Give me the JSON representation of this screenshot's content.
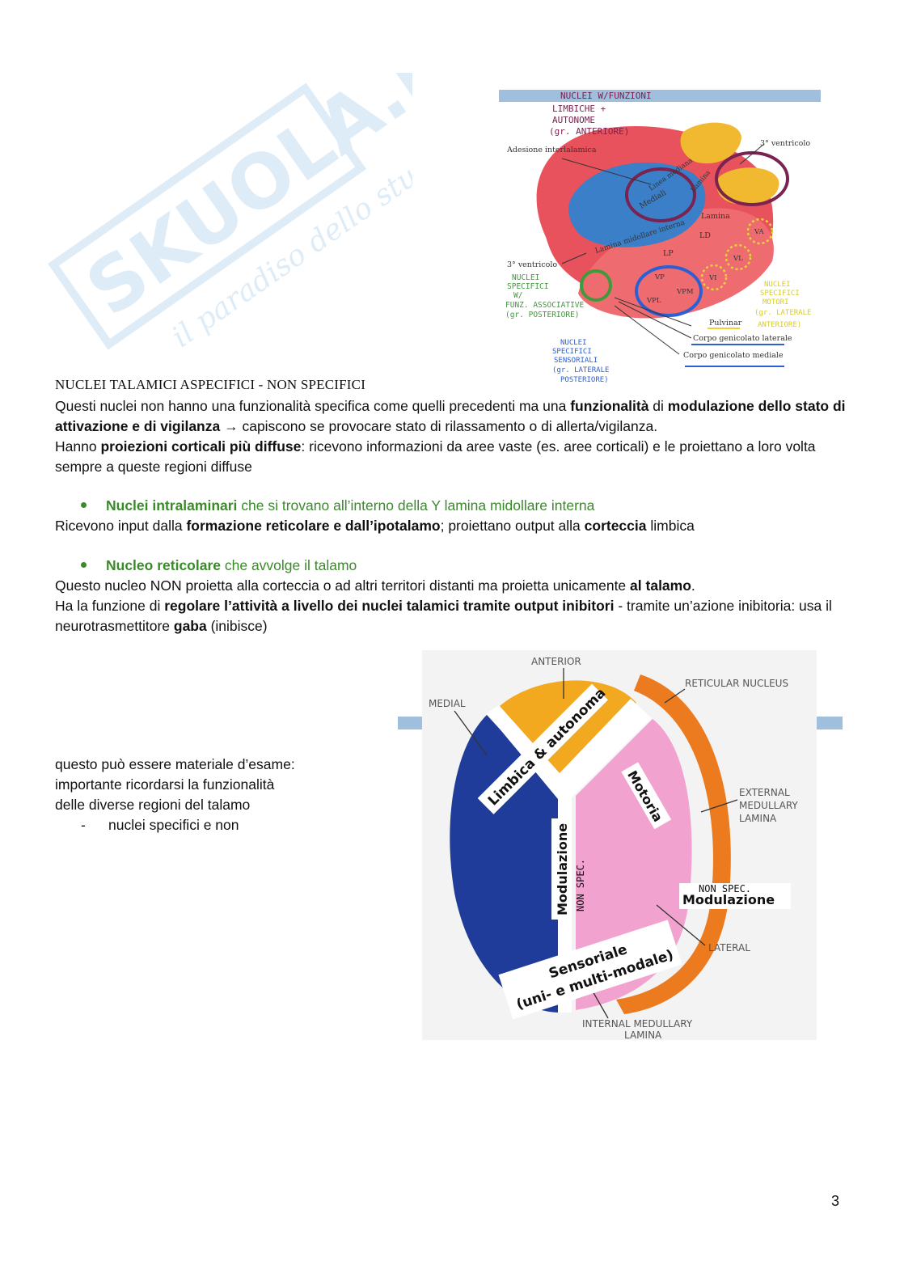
{
  "watermark": {
    "brand": "SKUOLA.net",
    "tagline": "il paradiso dello studente"
  },
  "figure1": {
    "handwritten_top": [
      "NUCLEI W/FUNZIONI",
      "LIMBICHE +",
      "AUTONOME",
      "(gr. ANTERIORE)"
    ],
    "labels": {
      "adesione": "Adesione interlalamica",
      "ventricolo_top": "3° ventricolo",
      "ventricolo_left": "3° ventricolo",
      "linea_mediana": "Linea mediana",
      "mediali": "Mediali",
      "lamina_top": "Lamina",
      "lamina": "Lamina",
      "lamina_midollare": "Lamina midollare interna",
      "ld": "LD",
      "lp": "LP",
      "va": "VA",
      "vl": "VL",
      "vi": "VI",
      "vp": "VP",
      "vpm": "VPM",
      "vpl": "VPL",
      "pulvinar": "Pulvinar",
      "cgl": "Corpo genicolato laterale",
      "cgm": "Corpo genicolato mediale"
    },
    "hand_green": [
      "NUCLEI",
      "SPECIFICI",
      "W/",
      "FUNZ. ASSOCIATIVE",
      "(gr. POSTERIORE)"
    ],
    "hand_blue": [
      "NUCLEI",
      "SPECIFICI",
      "SENSORIALI",
      "(gr. LATERALE",
      "POSTERIORE)"
    ],
    "hand_yellow": [
      "NUCLEI",
      "SPECIFICI",
      "MOTORI",
      "(gr. LATERALE",
      "ANTERIORE)"
    ]
  },
  "section": {
    "title": "NUCLEI TALAMICI ASPECIFICI - NON SPECIFICI",
    "p1_a": "Questi nuclei non hanno una funzionalità specifica come quelli precedenti ma una ",
    "p1_b": "funzionalità",
    "p1_c": " di ",
    "p1_d": "modulazione dello stato di attivazione e di vigilanza",
    "p1_e": " → capiscono se provocare stato di rilassamento o di allerta/vigilanza.",
    "p2_a": "Hanno ",
    "p2_b": "proiezioni corticali più diffuse",
    "p2_c": ": ricevono informazioni da aree vaste (es. aree corticali) e le proiettano a loro volta sempre a queste regioni diffuse",
    "b1_bold": "Nuclei intralaminari",
    "b1_rest": " che si trovano all’interno della Y lamina midollare interna",
    "p3_a": "Ricevono input dalla ",
    "p3_b": "formazione reticolare e dall’ipotalamo",
    "p3_c": "; proiettano output alla ",
    "p3_d": "corteccia",
    "p3_e": " limbica",
    "b2_bold": "Nucleo reticolare",
    "b2_rest": " che avvolge il talamo",
    "p4_a": "Questo nucleo NON proietta alla corteccia o ad altri territori distanti ma proietta unicamente ",
    "p4_b": "al talamo",
    "p4_c": ".",
    "p5_a": "Ha la funzione di ",
    "p5_b": "regolare l’attività a livello dei nuclei talamici tramite output inibitori",
    "p5_c": " - tramite un’azione inibitoria: usa il neurotrasmettitore ",
    "p5_d": "gaba",
    "p5_e": " (inibisce)"
  },
  "side_note": {
    "line1": "questo può essere materiale d’esame:",
    "line2": "importante ricordarsi la funzionalità",
    "line3": "delle diverse regioni del talamo",
    "dash": "-",
    "item": "nuclei specifici e non"
  },
  "figure2": {
    "anterior": "ANTERIOR",
    "medial": "MEDIAL",
    "reticular": "RETICULAR NUCLEUS",
    "external": [
      "EXTERNAL",
      "MEDULLARY",
      "LAMINA"
    ],
    "lateral": "LATERAL",
    "internal": [
      "INTERNAL MEDULLARY",
      "LAMINA"
    ],
    "limbica": "Limbica & autonoma",
    "motoria": "Motoria",
    "non_spec": "NON SPEC.",
    "modulazione": "Modulazione",
    "sensoriale": "Sensoriale",
    "uni_multi": "(uni- e multi-modale)"
  },
  "page_number": "3",
  "colors": {
    "accent_green": "#3a8a2a",
    "band_blue": "#9fbfdd"
  }
}
